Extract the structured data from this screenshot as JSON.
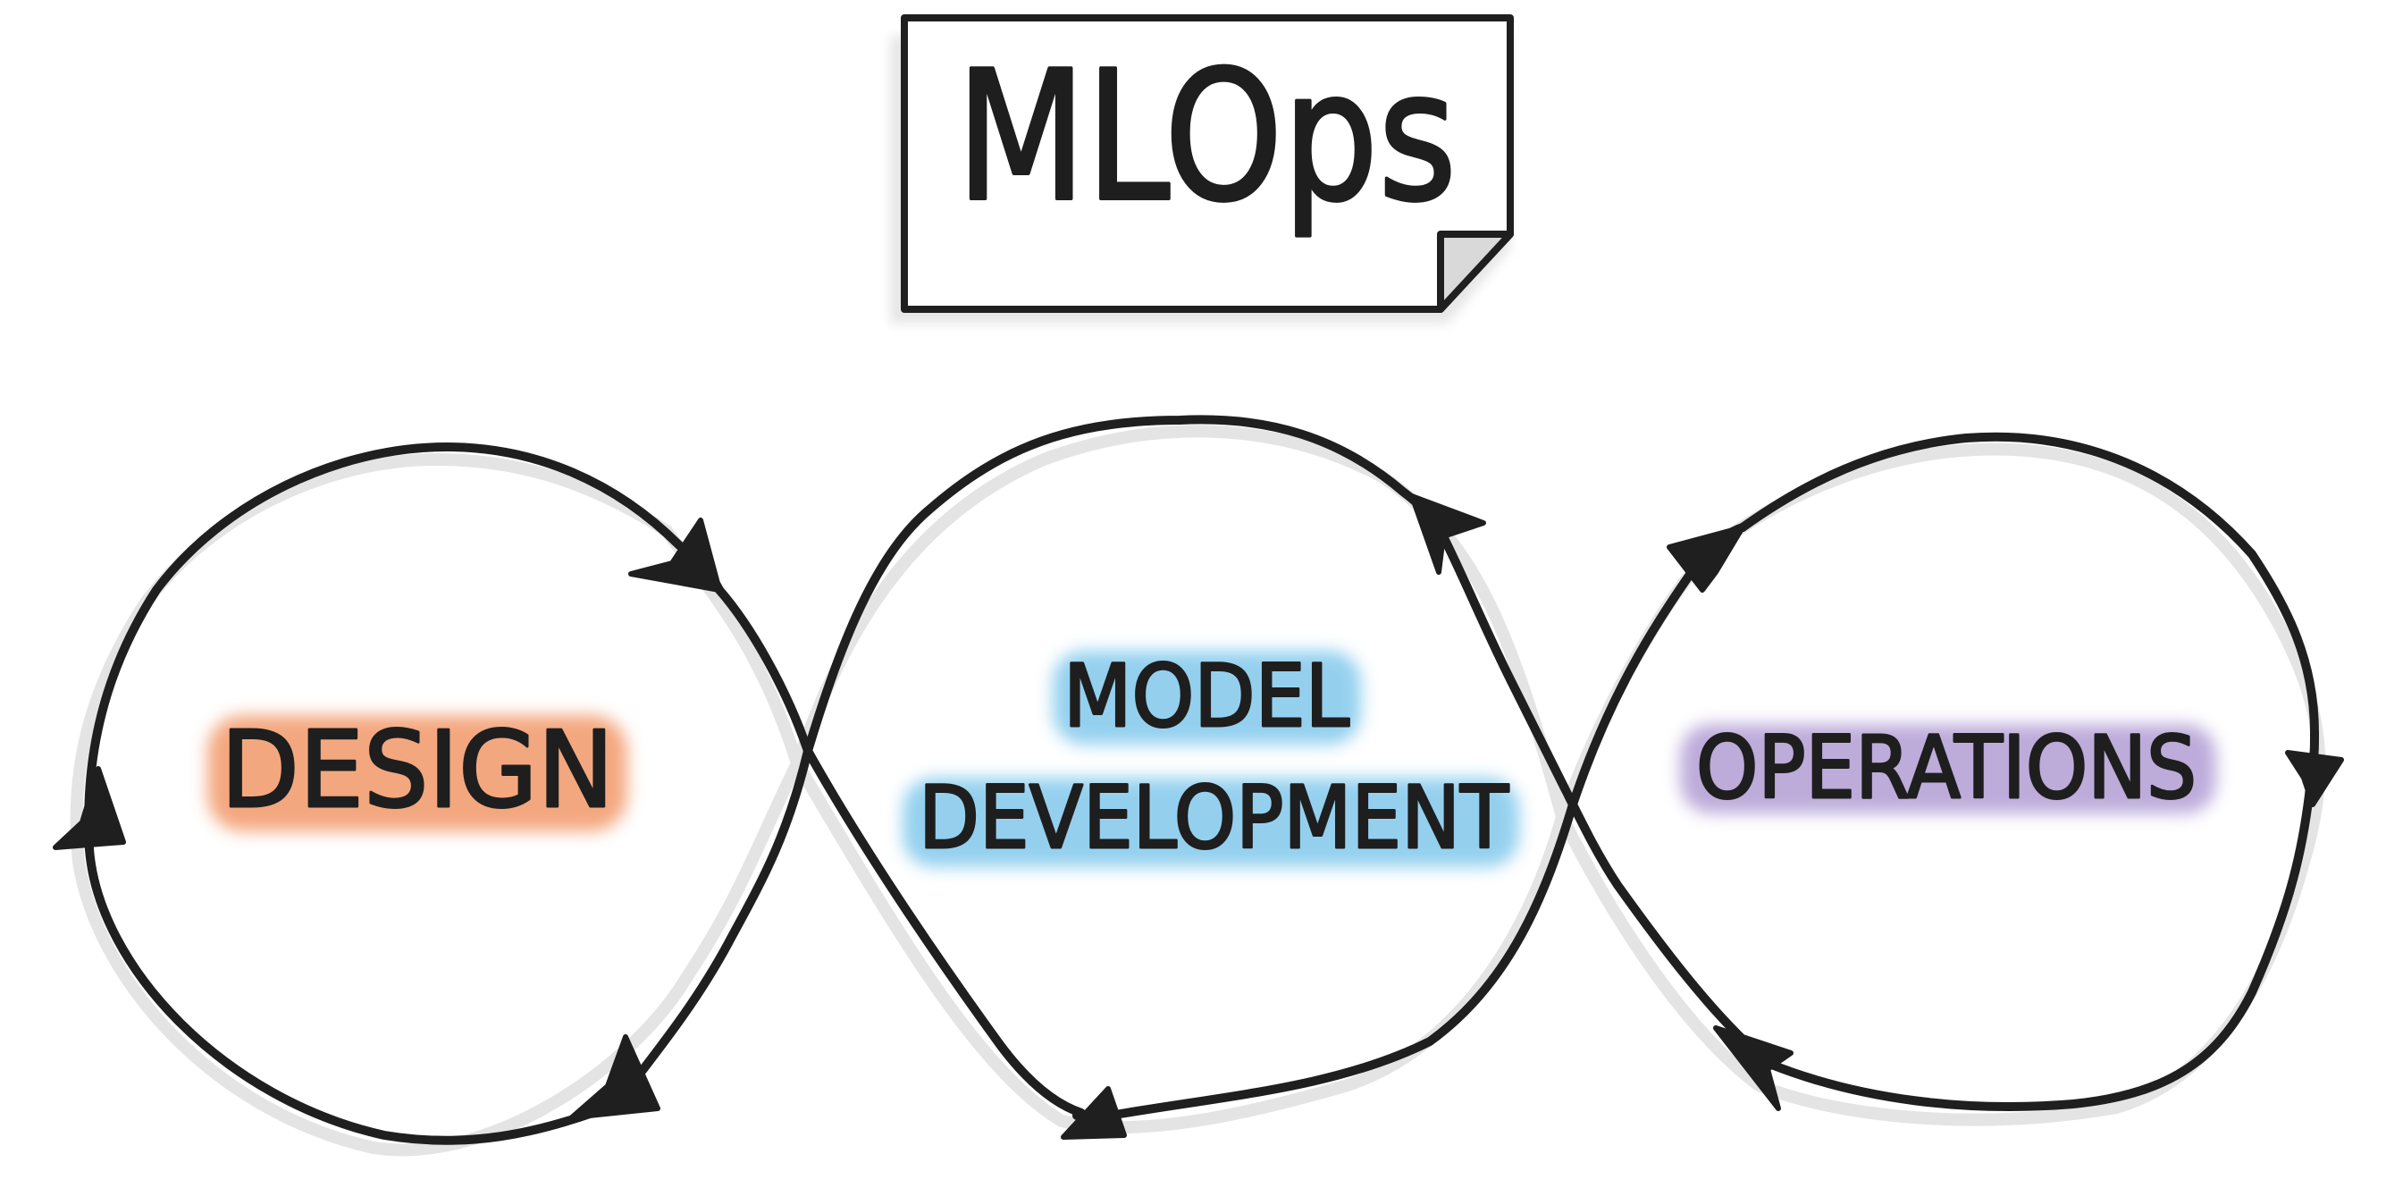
{
  "title": "MLOps",
  "stages": [
    {
      "id": "design",
      "label": "DESIGN",
      "highlight": "#f08a55"
    },
    {
      "id": "model-development",
      "label_line1": "MODEL",
      "label_line2": "DEVELOPMENT",
      "highlight": "#5cb8e6"
    },
    {
      "id": "operations",
      "label": "OPERATIONS",
      "highlight": "#9a7fc7"
    }
  ],
  "colors": {
    "ink": "#1f1f1f",
    "shadow": "#e4e4e4",
    "background": "#ffffff"
  }
}
